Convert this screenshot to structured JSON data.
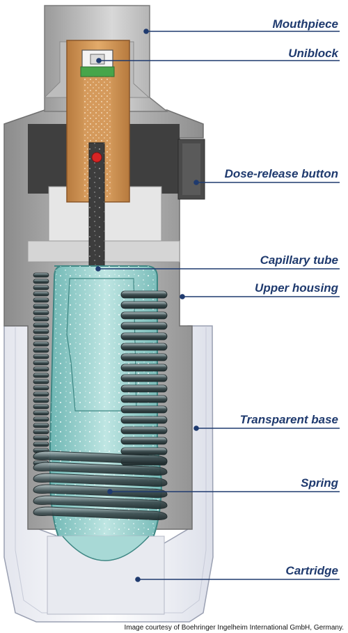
{
  "labels": {
    "mouthpiece": "Mouthpiece",
    "uniblock": "Uniblock",
    "dose_release_button": "Dose-release button",
    "capillary_tube": "Capillary tube",
    "upper_housing": "Upper housing",
    "transparent_base": "Transparent base",
    "spring": "Spring",
    "cartridge": "Cartridge"
  },
  "credit": "Image courtesy of Boehringer Ingelheim International GmbH, Germany.",
  "colors": {
    "label_text": "#1f3a6e",
    "leader_line": "#1f3a6e",
    "housing_grey": "#a9a9a9",
    "housing_dark": "#3c3c3c",
    "uniblock_orange": "#c88a4a",
    "cartridge_teal": "#8fd0cf",
    "spring_dark": "#2c3a3c"
  }
}
